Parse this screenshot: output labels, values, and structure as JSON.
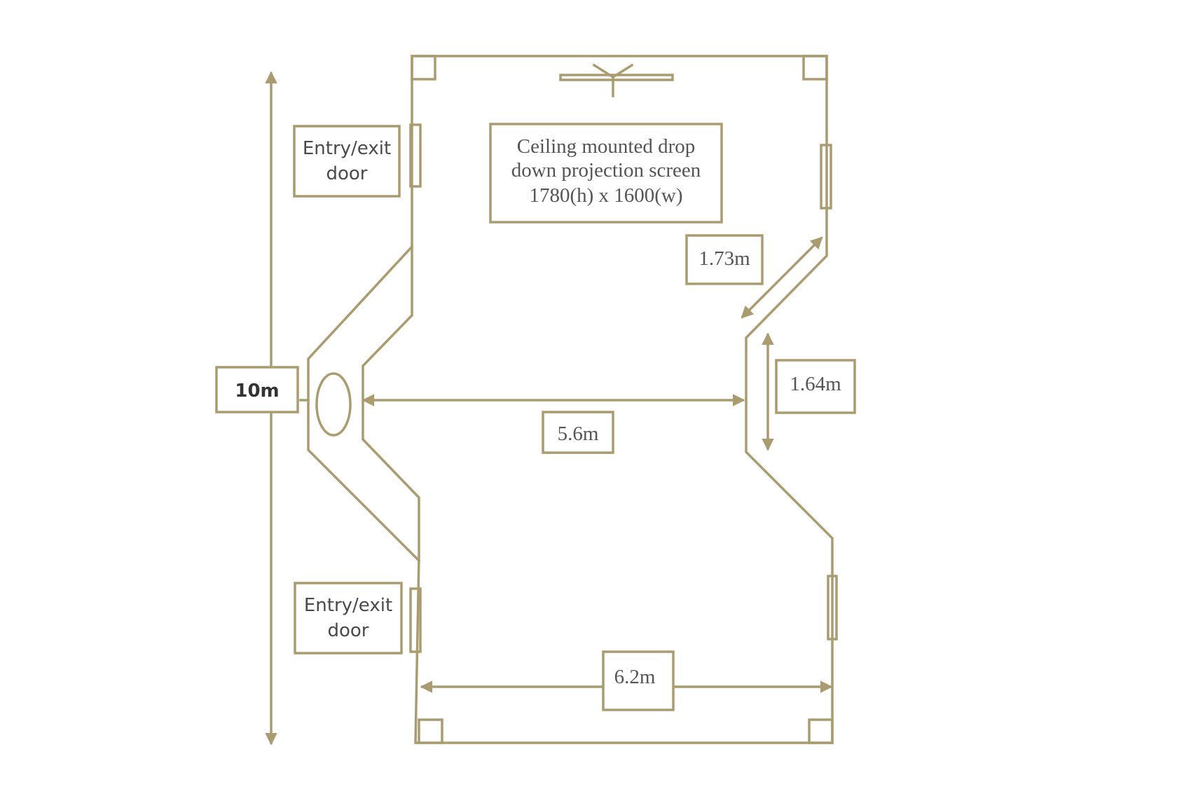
{
  "diagram": {
    "colors": {
      "wall": "#aa9c70",
      "text": "#555555",
      "background": "#ffffff"
    },
    "labels": {
      "entry_top_line1": "Entry/exit",
      "entry_top_line2": "door",
      "entry_bottom_line1": "Entry/exit",
      "entry_bottom_line2": "door",
      "screen_line1": "Ceiling mounted drop",
      "screen_line2": "down projection screen",
      "screen_line3": "1780(h) x 1600(w)",
      "length_total": "10m",
      "width_middle": "5.6m",
      "width_bottom": "6.2m",
      "diagonal": "1.73m",
      "recess": "1.64m"
    },
    "icons": [
      "ceiling-projector-icon",
      "ceiling-column-ellipse-icon",
      "dimension-arrow-icon"
    ]
  }
}
